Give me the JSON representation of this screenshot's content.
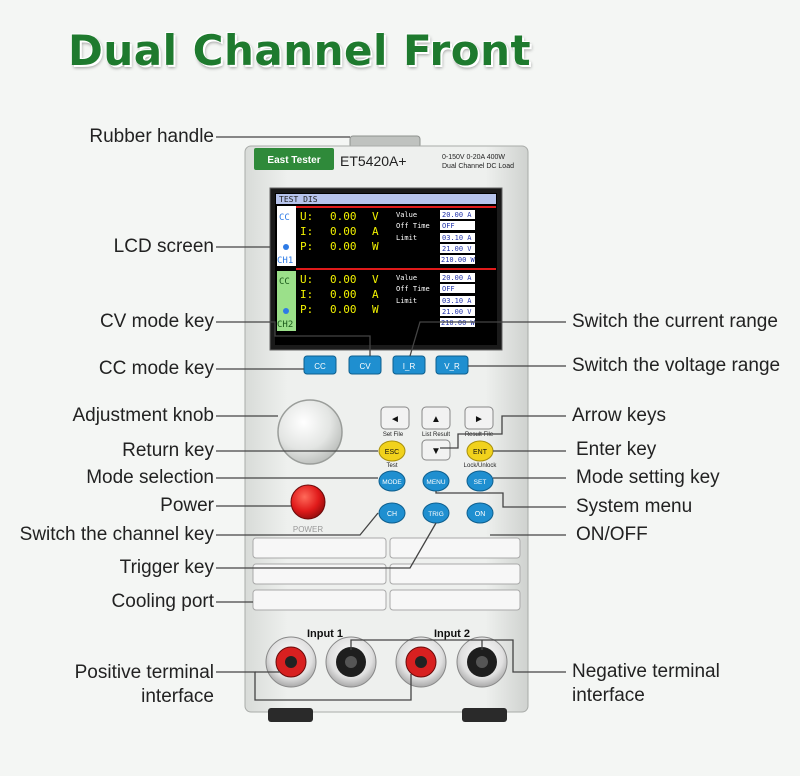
{
  "title": "Dual Channel Front",
  "device": {
    "brand": "East Tester",
    "model": "ET5420A+",
    "spec_line1": "0-150V 0-20A 400W",
    "spec_line2": "Dual Channel DC Load",
    "power_label": "POWER",
    "input1_label": "Input 1",
    "input2_label": "Input 2"
  },
  "lcd": {
    "header": "TEST DIS",
    "channels": [
      {
        "name": "CH1",
        "mode": "CC",
        "u": "0.00",
        "i": "0.00",
        "p": "0.00",
        "u_unit": "V",
        "i_unit": "A",
        "p_unit": "W",
        "value": "20.00 A",
        "off_time": "OFF",
        "limit_a": "03.10 A",
        "limit_v": "21.00 V",
        "limit_w": "210.00 W"
      },
      {
        "name": "CH2",
        "mode": "CC",
        "u": "0.00",
        "i": "0.00",
        "p": "0.00",
        "u_unit": "V",
        "i_unit": "A",
        "p_unit": "W",
        "value": "20.00 A",
        "off_time": "OFF",
        "limit_a": "03.10 A",
        "limit_v": "21.00 V",
        "limit_w": "210.00 W"
      }
    ],
    "labels": {
      "u": "U:",
      "i": "I:",
      "p": "P:",
      "value": "Value",
      "off_time": "Off Time",
      "limit": "Limit"
    }
  },
  "keys": {
    "cc": "CC",
    "cv": "CV",
    "ir": "I_R",
    "vr": "V_R",
    "left": "◄",
    "up": "▲",
    "right": "►",
    "down": "▼",
    "set_file": "Set File",
    "list_result": "List Result",
    "result_file": "Result File",
    "esc": "ESC",
    "esc_sub": "Test",
    "ent": "ENT",
    "ent_sub": "Lock/Unlock",
    "mode": "MODE",
    "menu": "MENU",
    "set": "SET",
    "ch": "CH",
    "trig": "TRIG",
    "on": "ON"
  },
  "callouts_left": [
    "Rubber handle",
    "LCD screen",
    "CV mode key",
    "CC mode key",
    "Adjustment knob",
    "Return key",
    "Mode selection",
    "Power",
    "Switch the channel key",
    "Trigger key",
    "Cooling port",
    "Positive terminal",
    "interface"
  ],
  "callouts_right": [
    "Switch the current range",
    "Switch the voltage range",
    "Arrow keys",
    "Enter key",
    "Mode setting key",
    "System menu",
    "ON/OFF",
    "Negative terminal",
    "interface"
  ],
  "colors": {
    "title": "#1e7a2e",
    "key_blue": "#1f8fd0",
    "key_yellow": "#f1d21c",
    "lcd_bg": "#000000",
    "ch_header": "#2e7be6",
    "power_red": "#e01a1a",
    "terminal_red": "#d82020"
  }
}
